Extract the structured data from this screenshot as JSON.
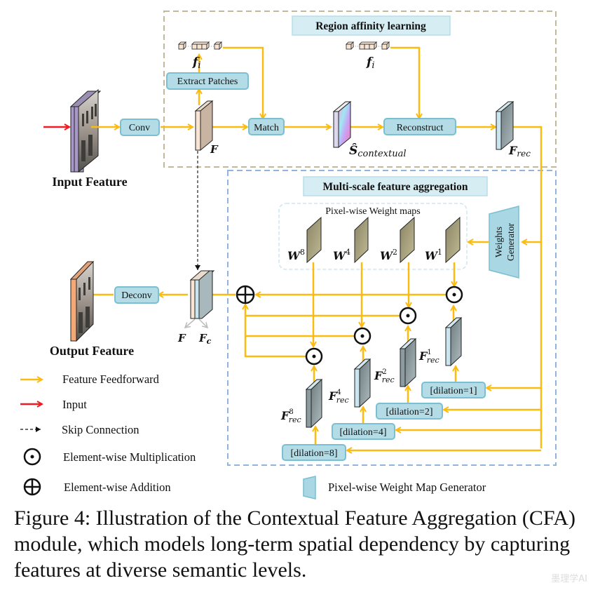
{
  "figure": {
    "regions": {
      "region_affinity": "Region affinity learning",
      "multi_scale": "Multi-scale feature aggregation",
      "weight_maps": "Pixel-wise Weight maps"
    },
    "boxes": {
      "conv": "Conv",
      "extract_patches": "Extract Patches",
      "match": "Match",
      "reconstruct": "Reconstruct",
      "deconv": "Deconv",
      "weights_generator_line1": "Weights",
      "weights_generator_line2": "Generator",
      "dilations": [
        "[dilation=1]",
        "[dilation=2]",
        "[dilation=4]",
        "[dilation=8]"
      ]
    },
    "labels": {
      "input_feature": "Input Feature",
      "output_feature": "Output Feature",
      "F": "F",
      "f_i": "f",
      "f_i_sub": "i",
      "S_hat": "Ŝ",
      "S_sub": "contextual",
      "F_rec": "F",
      "rec_sub": "rec",
      "F_c": "F",
      "c_sub": "c",
      "W": "W",
      "w_sups": [
        "8",
        "4",
        "2",
        "1"
      ],
      "frec_sups": [
        "8",
        "4",
        "2",
        "1"
      ]
    },
    "legend": [
      {
        "symbol": "yellow-arrow",
        "label": "Feature Feedforward"
      },
      {
        "symbol": "red-arrow",
        "label": "Input"
      },
      {
        "symbol": "dashed-arrow",
        "label": "Skip Connection"
      },
      {
        "symbol": "odot",
        "label": "Element-wise Multiplication"
      },
      {
        "symbol": "oplus",
        "label": "Element-wise Addition"
      },
      {
        "symbol": "trapezoid",
        "label": "Pixel-wise Weight Map Generator"
      }
    ],
    "colors": {
      "feedforward": "#fbbb10",
      "input": "#ee1c24",
      "box_fill": "#b3dce6",
      "box_stroke": "#7bbfd2",
      "region_affinity_border": "#c4b89a",
      "multi_scale_border": "#90b4de"
    }
  },
  "caption": "Figure 4: Illustration of the Contextual Feature Aggregation (CFA) module, which models long-term spatial dependency by capturing features at diverse semantic levels.",
  "watermark": "墨理学AI"
}
